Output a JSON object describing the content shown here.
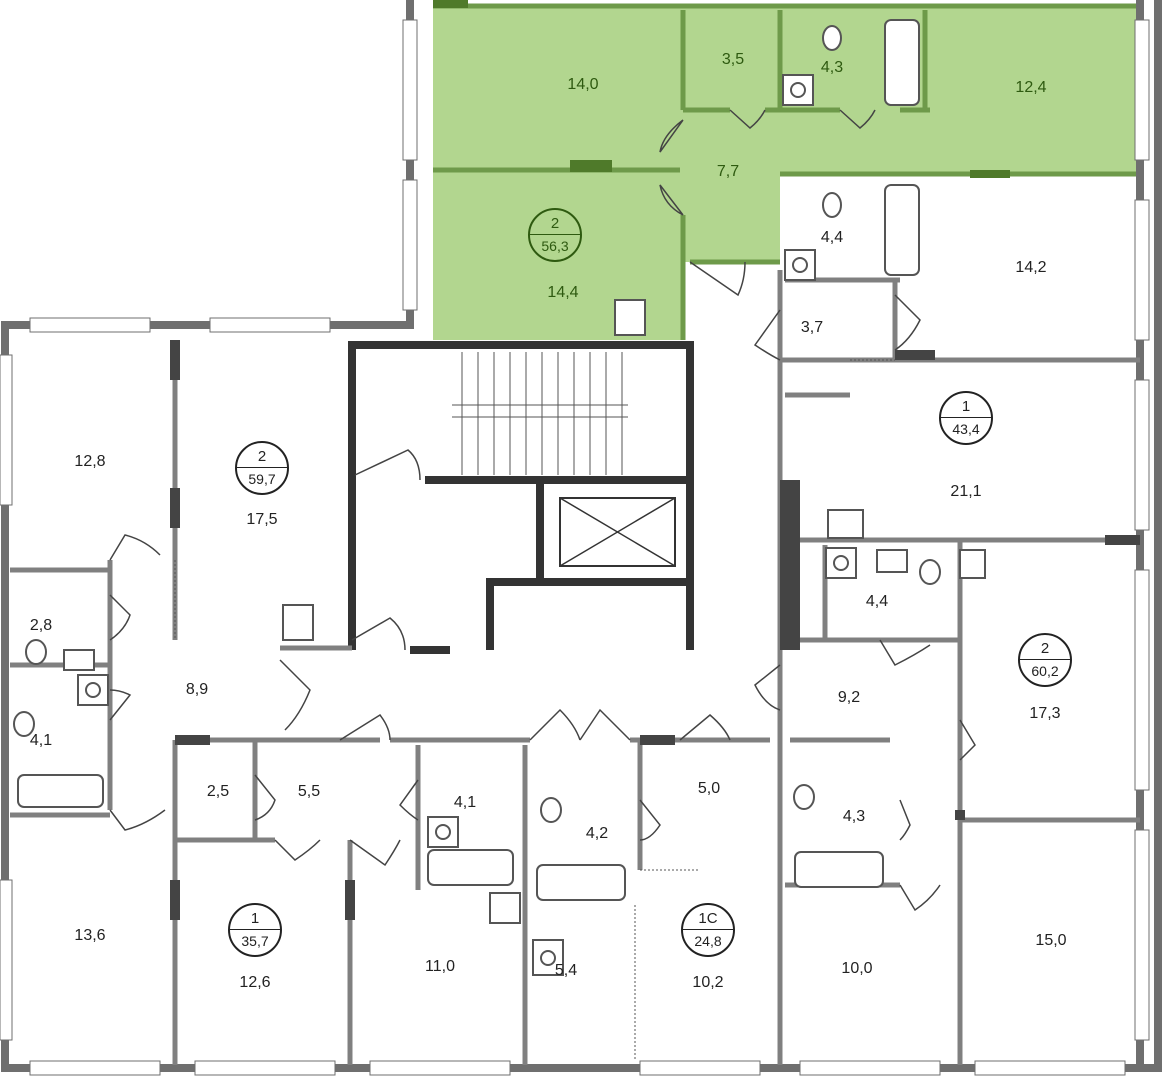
{
  "highlighted_unit": {
    "rooms": 2,
    "area": "56,3",
    "color": "#b2d68f"
  },
  "units": [
    {
      "rooms": "2",
      "area": "56,3"
    },
    {
      "rooms": "1",
      "area": "43,4"
    },
    {
      "rooms": "2",
      "area": "59,7"
    },
    {
      "rooms": "2",
      "area": "60,2"
    },
    {
      "rooms": "1",
      "area": "35,7"
    },
    {
      "rooms": "1С",
      "area": "24,8"
    }
  ],
  "rooms": {
    "g1": "14,0",
    "g2": "3,5",
    "g3": "4,3",
    "g4": "12,4",
    "g5": "7,7",
    "g6": "14,4",
    "r1": "4,4",
    "r2": "14,2",
    "r3": "3,7",
    "r4": "21,1",
    "r5": "12,8",
    "r6": "17,5",
    "r7": "2,8",
    "r8": "8,9",
    "r9": "4,1",
    "r10": "4,4",
    "r11": "9,2",
    "r12": "17,3",
    "r13": "2,5",
    "r14": "5,5",
    "r15": "4,1",
    "r16": "4,2",
    "r17": "5,0",
    "r18": "4,3",
    "r19": "13,6",
    "r20": "12,6",
    "r21": "11,0",
    "r22": "5,4",
    "r23": "10,2",
    "r24": "10,0",
    "r25": "15,0"
  }
}
